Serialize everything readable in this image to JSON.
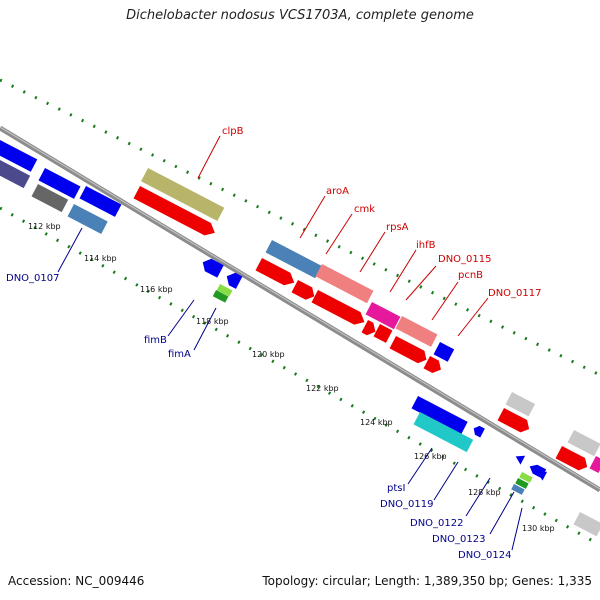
{
  "title": "Dichelobacter nodosus VCS1703A, complete genome",
  "footer": {
    "accession": "Accession: NC_009446",
    "summary": "Topology: circular; Length: 1,389,350 bp; Genes: 1,335"
  },
  "colors": {
    "backbone": "#8c8c8c",
    "tick": "#1a7a1a",
    "forward_label": "#cc0000",
    "reverse_label": "#00008b"
  },
  "ticks": [
    "112 kbp",
    "114 kbp",
    "116 kbp",
    "118 kbp",
    "120 kbp",
    "122 kbp",
    "124 kbp",
    "126 kbp",
    "128 kbp",
    "130 kbp"
  ],
  "forward_labels": [
    "clpB",
    "aroA",
    "cmk",
    "rpsA",
    "ihfB",
    "DNO_0115",
    "pcnB",
    "DNO_0117"
  ],
  "reverse_labels": [
    "DNO_0107",
    "fimB",
    "fimA",
    "ptsI",
    "DNO_0119",
    "DNO_0122",
    "DNO_0123",
    "DNO_0124"
  ]
}
